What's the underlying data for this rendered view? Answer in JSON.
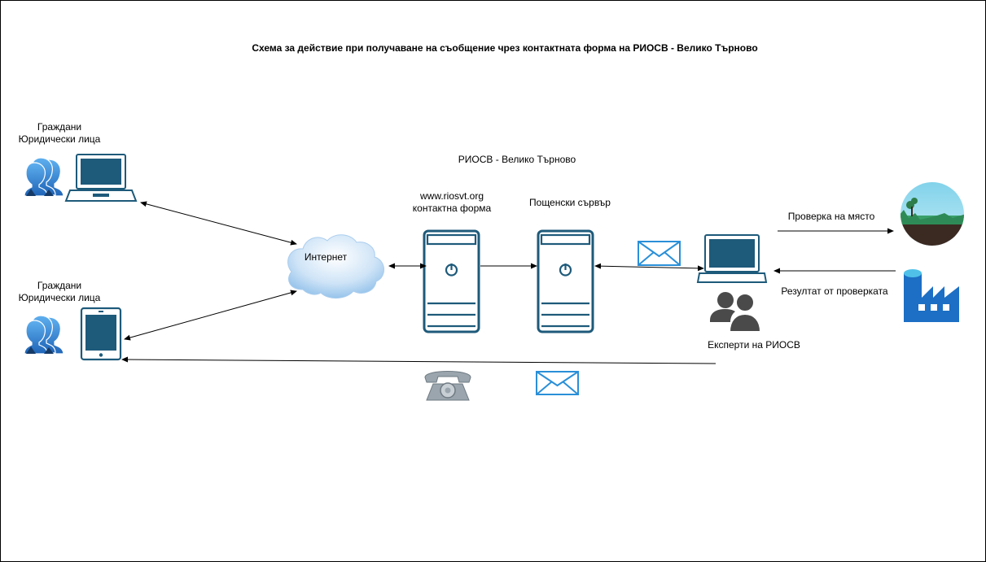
{
  "diagram": {
    "title": "Схема за действие при получаване на съобщение чрез контактната форма на РИОСВ - Велико Търново",
    "org_label": "РИОСВ - Велико Търново",
    "citizens_top": {
      "line1": "Граждани",
      "line2": "Юридически лица"
    },
    "citizens_bottom": {
      "line1": "Граждани",
      "line2": "Юридически лица"
    },
    "internet_label": "Интернет",
    "webserver": {
      "line1": "www.riosvt.org",
      "line2": "контактна форма"
    },
    "mailserver_label": "Пощенски сървър",
    "experts_label": "Експерти на РИОСВ",
    "onsite_check_label": "Проверка на място",
    "check_result_label": "Резултат от проверката"
  },
  "icons": {
    "users_top": "users-icon",
    "laptop_citizens": "laptop-icon",
    "users_bottom": "users-icon",
    "tablet_citizens": "tablet-icon",
    "cloud": "cloud-icon",
    "webserver": "server-icon",
    "mailserver": "server-icon",
    "mail_between_servers": "envelope-icon",
    "laptop_experts": "laptop-icon",
    "experts_group": "people-icon",
    "landscape": "landscape-icon",
    "factory": "factory-icon",
    "telephone": "telephone-icon",
    "mail_reply": "envelope-icon"
  },
  "colors": {
    "device_dark": "#1e5a7a",
    "envelope_blue": "#2a8fd8",
    "users_blue": "#2c7fd4",
    "people_gray": "#4a4a4a",
    "cloud_blue": "#9cc8ee",
    "factory_blue": "#1c6fc4",
    "phone_gray": "#9aa5ad"
  }
}
